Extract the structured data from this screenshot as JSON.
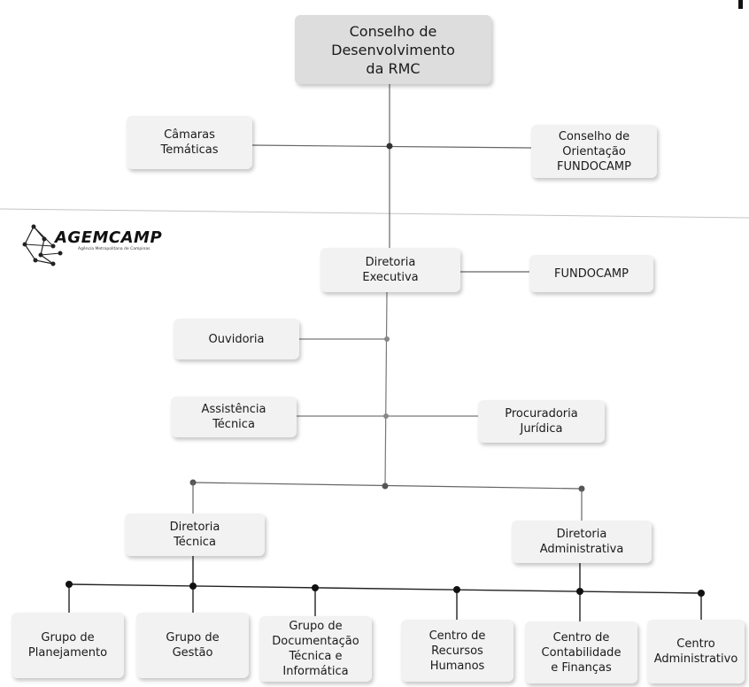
{
  "nodes": {
    "conselho_rmc": "Conselho de\nDesenvolvimento\nda RMC",
    "camaras_tematicas": "Câmaras\nTemáticas",
    "conselho_orientacao": "Conselho de\nOrientação\nFUNDOCAMP",
    "diretoria_executiva": "Diretoria\nExecutiva",
    "fundocamp": "FUNDOCAMP",
    "ouvidoria": "Ouvidoria",
    "assistencia_tecnica": "Assistência\nTécnica",
    "procuradoria_juridica": "Procuradoria\nJurídica",
    "diretoria_tecnica": "Diretoria\nTécnica",
    "diretoria_administrativa": "Diretoria\nAdministrativa",
    "grupo_planejamento": "Grupo de\nPlanejamento",
    "grupo_gestao": "Grupo de\nGestão",
    "grupo_documentacao": "Grupo de\nDocumentação\nTécnica e\nInformática",
    "centro_rh": "Centro de\nRecursos\nHumanos",
    "centro_contabilidade": "Centro de\nContabilidade\ne Finanças",
    "centro_administrativo": "Centro\nAdministrativo"
  },
  "logo": {
    "title": "AGEMCAMP",
    "subtitle": "Agência Metropolitana de Campinas"
  }
}
